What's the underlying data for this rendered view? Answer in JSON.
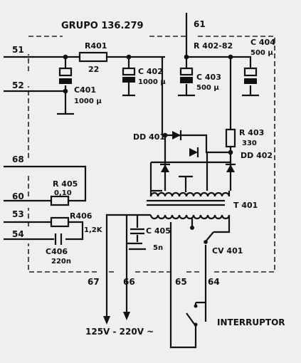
{
  "title": "GRUPO 136.279",
  "terminals": {
    "t61": "61",
    "t51": "51",
    "t52": "52",
    "t68": "68",
    "t60": "60",
    "t53": "53",
    "t54": "54",
    "t67": "67",
    "t66": "66",
    "t65": "65",
    "t64": "64"
  },
  "components": {
    "r401": {
      "name": "R401",
      "value": "22"
    },
    "c401": {
      "name": "C401",
      "value": "1000 μ"
    },
    "c402": {
      "name": "C 402",
      "value": "1000 μ"
    },
    "r40282": {
      "name": "R 402-82"
    },
    "c403": {
      "name": "C 403",
      "value": "500 μ"
    },
    "c404": {
      "name": "C 404",
      "value": "500 μ"
    },
    "dd401": {
      "name": "DD 401"
    },
    "r403": {
      "name": "R 403",
      "value": "330"
    },
    "dd402": {
      "name": "DD 402"
    },
    "r405": {
      "name": "R 405",
      "value": "0,10"
    },
    "r406": {
      "name": "R406",
      "value": "1,2K"
    },
    "t401": {
      "name": "T 401"
    },
    "c405": {
      "name": "C 405",
      "value": "5n"
    },
    "c406": {
      "name": "C406",
      "value": "220n"
    },
    "cv401": {
      "name": "CV 401"
    }
  },
  "mains_label": "125V - 220V ~",
  "switch_label": "INTERRUPTOR"
}
